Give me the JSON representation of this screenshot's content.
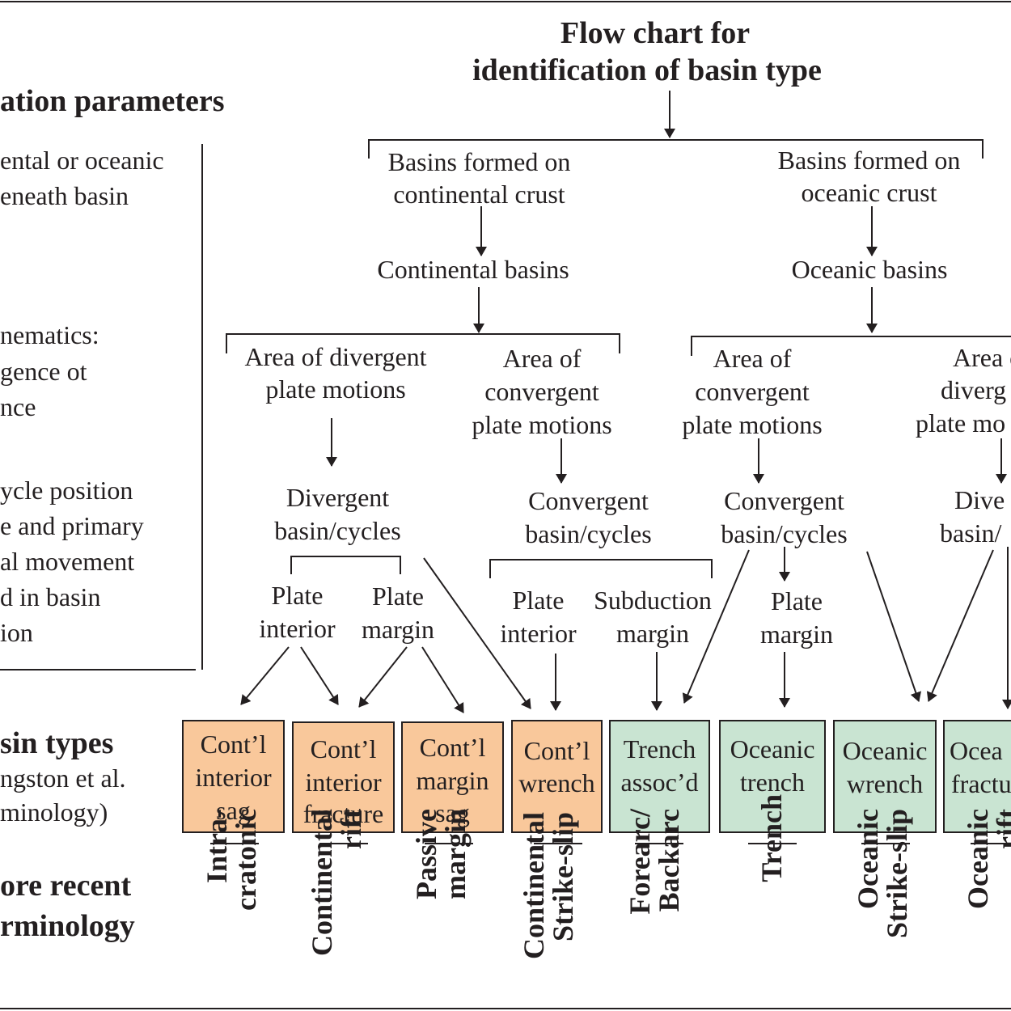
{
  "title": {
    "line1": "Flow chart for",
    "line2": "identification of basin type"
  },
  "left_panel": {
    "heading": "ation parameters",
    "p1": [
      "ental or oceanic",
      "eneath basin"
    ],
    "p2": [
      "nematics:",
      "gence ot",
      "nce"
    ],
    "p3": [
      "ycle position",
      "e and primary",
      "al movement",
      "d in basin",
      "ion"
    ],
    "basin_types_heading": "sin types",
    "basin_types_sub": [
      "ngston et al.",
      "minology)"
    ],
    "recent_heading": [
      "ore recent",
      "rminology"
    ]
  },
  "nodes": {
    "continental_crust": [
      "Basins formed on",
      "continental crust"
    ],
    "oceanic_crust": [
      "Basins formed on",
      "oceanic crust"
    ],
    "continental_basins": "Continental basins",
    "oceanic_basins": "Oceanic basins",
    "cont_divergent_area": [
      "Area of divergent",
      "plate motions"
    ],
    "cont_convergent_area": [
      "Area of",
      "convergent",
      "plate motions"
    ],
    "oce_convergent_area": [
      "Area of",
      "convergent",
      "plate motions"
    ],
    "oce_divergent_area": [
      "Area o",
      "diverg",
      "plate mo"
    ],
    "cont_divergent_cycles": [
      "Divergent",
      "basin/cycles"
    ],
    "cont_convergent_cycles": [
      "Convergent",
      "basin/cycles"
    ],
    "oce_convergent_cycles": [
      "Convergent",
      "basin/cycles"
    ],
    "oce_divergent_cycles": [
      "Dive",
      "basin/"
    ],
    "plate_interior_1": [
      "Plate",
      "interior"
    ],
    "plate_margin_1": [
      "Plate",
      "margin"
    ],
    "plate_interior_2": [
      "Plate",
      "interior"
    ],
    "subduction_margin": [
      "Subduction",
      "margin"
    ],
    "plate_margin_2": [
      "Plate",
      "margin"
    ]
  },
  "basin_boxes": [
    {
      "lines": [
        "Cont’l",
        "interior",
        "sag"
      ],
      "color": "#f9c89b"
    },
    {
      "lines": [
        "Cont’l",
        "interior",
        "fracture"
      ],
      "color": "#f9c89b"
    },
    {
      "lines": [
        "Cont’l",
        "margin",
        "sag"
      ],
      "color": "#f9c89b"
    },
    {
      "lines": [
        "Cont’l",
        "wrench"
      ],
      "color": "#f9c89b"
    },
    {
      "lines": [
        "Trench",
        "assoc’d"
      ],
      "color": "#c9e4d2"
    },
    {
      "lines": [
        "Oceanic",
        "trench"
      ],
      "color": "#c9e4d2"
    },
    {
      "lines": [
        "Oceanic",
        "wrench"
      ],
      "color": "#c9e4d2"
    },
    {
      "lines": [
        "Ocea",
        "fractu"
      ],
      "color": "#c9e4d2"
    }
  ],
  "recent_terms": [
    [
      "Intra-",
      "cratonic"
    ],
    [
      "Continental",
      "rift"
    ],
    [
      "Passive",
      "margin"
    ],
    [
      "Continental",
      "Strike-slip"
    ],
    [
      "Forearc/",
      "Backarc"
    ],
    [
      "Trench"
    ],
    [
      "Oceanic",
      "Strike-slip"
    ],
    [
      "Oceanic",
      "rift"
    ]
  ]
}
